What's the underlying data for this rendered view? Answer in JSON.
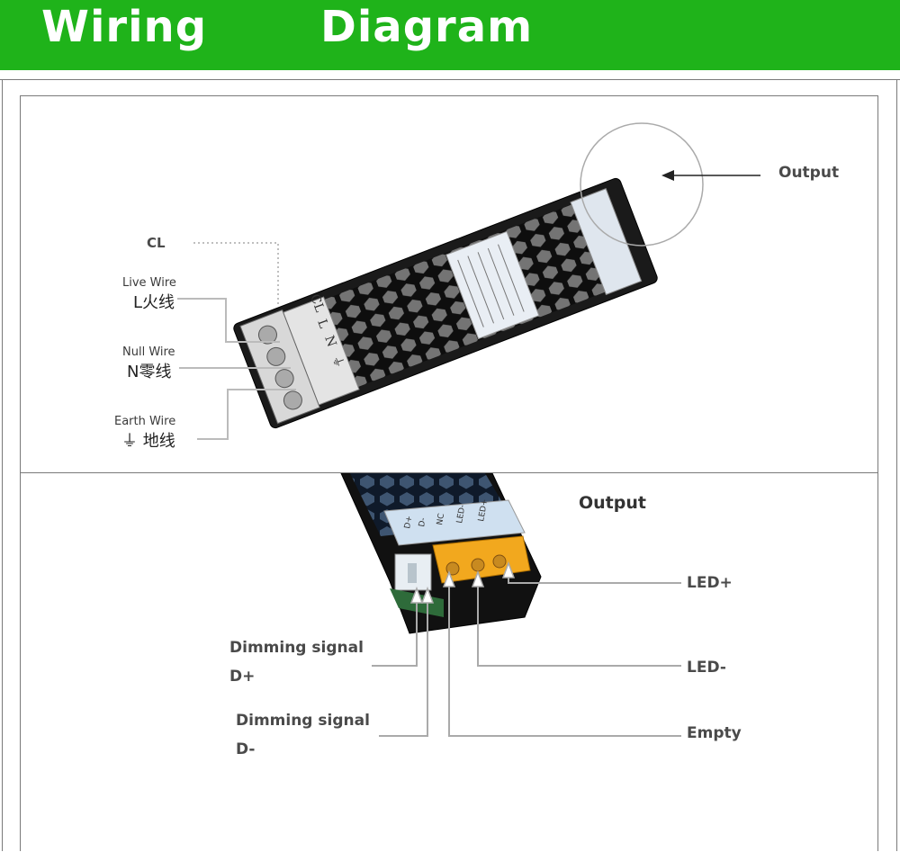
{
  "header": {
    "word1": "Wiring",
    "word2": "Diagram",
    "bg_color": "#1fb31a"
  },
  "top_panel": {
    "output_label": "Output",
    "cl_label": "CL",
    "live": {
      "en": "Live Wire",
      "cn": "L火线"
    },
    "null": {
      "en": "Null Wire",
      "cn": "N零线"
    },
    "earth": {
      "en": "Earth Wire",
      "cn": "⏚ 地线"
    },
    "input_plate": {
      "cl": "CL",
      "l": "L",
      "n": "N",
      "earth": "⏚"
    }
  },
  "bottom_panel": {
    "title": "Output",
    "led_plus": "LED+",
    "led_minus": "LED-",
    "empty": "Empty",
    "dim_plus": {
      "line1": "Dimming signal",
      "line2": "D+"
    },
    "dim_minus": {
      "line1": "Dimming signal",
      "line2": "D-"
    }
  }
}
